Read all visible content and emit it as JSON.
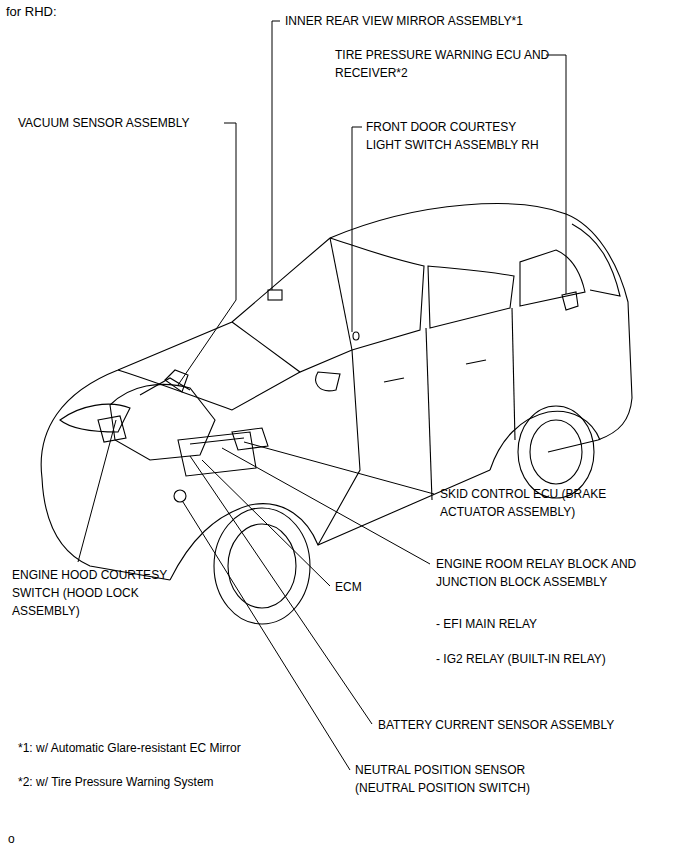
{
  "diagram": {
    "title": "for RHD:",
    "labels": [
      "INNER REAR VIEW MIRROR ASSEMBLY*1",
      "TIRE PRESSURE WARNING ECU AND RECEIVER*2",
      "VACUUM SENSOR ASSEMBLY",
      "FRONT DOOR COURTESY LIGHT SWITCH ASSEMBLY RH",
      "SKID CONTROL ECU (BRAKE ACTUATOR ASSEMBLY)",
      "ENGINE HOOD COURTESY SWITCH (HOOD LOCK ASSEMBLY)",
      "ECM",
      "ENGINE ROOM RELAY BLOCK AND JUNCTION BLOCK ASSEMBLY",
      "- EFI MAIN RELAY",
      "- IG2 RELAY (BUILT-IN RELAY)",
      "BATTERY CURRENT SENSOR ASSEMBLY",
      "*1: w/ Automatic Glare-resistant EC Mirror",
      "*2: w/ Tire Pressure Warning System",
      "NEUTRAL POSITION SENSOR (NEUTRAL POSITION SWITCH)",
      "o"
    ]
  }
}
